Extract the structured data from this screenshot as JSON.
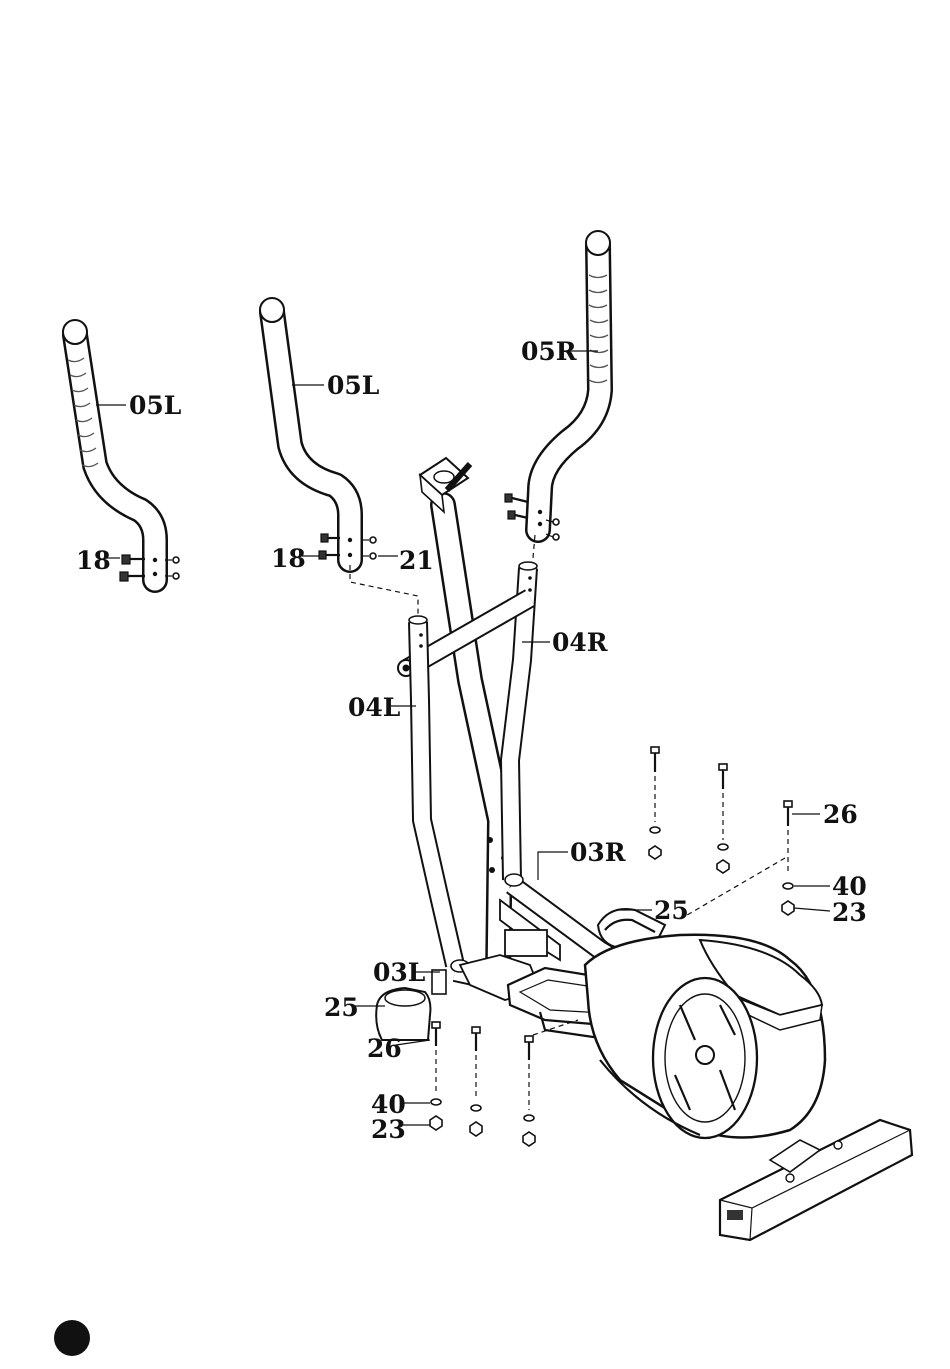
{
  "labels": {
    "handlebar_left_far": "05L",
    "handlebar_left": "05L",
    "handlebar_right": "05R",
    "bolt_left_far": "18",
    "bolt_left": "18",
    "washer_left": "21",
    "upright_right": "04R",
    "upright_left": "04L",
    "pedal_arm_right": "03R",
    "pedal_arm_left": "03L",
    "pedal_right": "25",
    "pedal_left": "25",
    "bolt_right": "26",
    "bolt_left_lower": "26",
    "washer_right": "40",
    "nut_right": "23",
    "washer_left_lower": "40",
    "nut_left_lower": "23"
  },
  "page_marker": {
    "color": "#111111"
  }
}
